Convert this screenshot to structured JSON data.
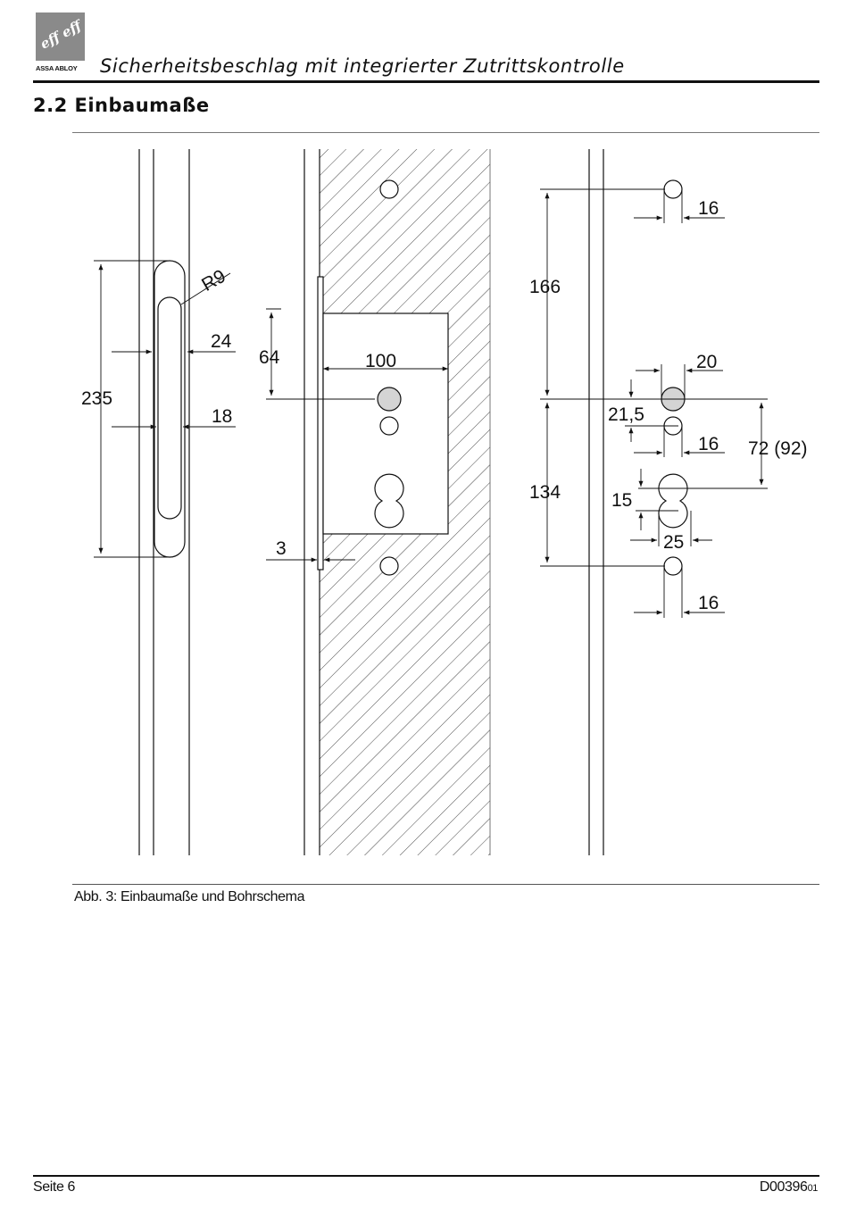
{
  "header": {
    "logo_text": "eff eff",
    "logo_sub": "ASSA ABLOY",
    "title": "Sicherheitsbeschlag mit integrierter Zutrittskontrolle"
  },
  "section": {
    "title": "2.2 Einbaumaße"
  },
  "drawing": {
    "dims": {
      "r9": "R9",
      "d24": "24",
      "d64": "64",
      "d235": "235",
      "d18": "18",
      "d100": "100",
      "d3": "3",
      "d166": "166",
      "d16_top": "16",
      "d20": "20",
      "d21_5": "21,5",
      "d16_mid": "16",
      "d72": "72 (92)",
      "d134": "134",
      "d15": "15",
      "d25": "25",
      "d16_bot": "16"
    }
  },
  "caption": "Abb. 3: Einbaumaße und Bohrschema",
  "footer": {
    "page": "Seite 6",
    "doc": "D00396",
    "rev": "01"
  }
}
